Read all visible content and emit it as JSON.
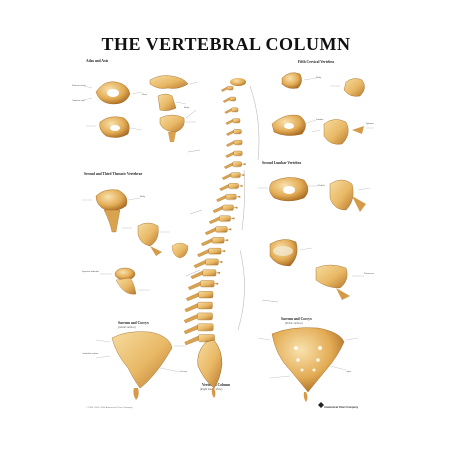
{
  "poster": {
    "title": "THE VERTEBRAL COLUMN",
    "sections": {
      "atlas_axis": "Atlas and Axis",
      "fifth_cervical": "Fifth Cervical Vertebra",
      "second_third_thoracic": "Second and Third Thoracic Vertebrae",
      "second_lumbar": "Second Lumbar Vertebra",
      "sacrum_coccyx_left": "Sacrum and Coccyx",
      "sacrum_coccyx_left_sub": "(lateral surface)",
      "sacrum_coccyx_right": "Sacrum and Coccyx",
      "sacrum_coccyx_right_sub": "(Pelvic surface)",
      "vertebral_column": "Vertebral Column",
      "vertebral_column_sub": "(Right lateral View)"
    },
    "footer": {
      "copyright": "© 1990, 2000, 2004 Anatomical Chart Company",
      "brand": "Anatomical Chart Company"
    },
    "colors": {
      "bone_fill": "#e8b865",
      "bone_shade": "#b87a2e",
      "bone_highlight": "#f6dca0",
      "disc": "#f1e8d0",
      "title": "#111111"
    }
  }
}
